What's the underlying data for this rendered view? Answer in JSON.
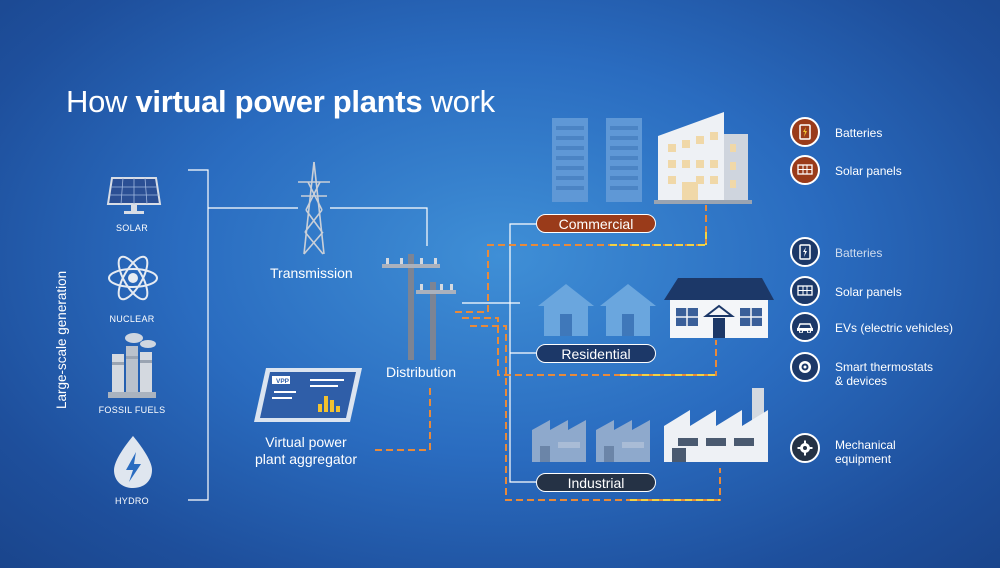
{
  "title": {
    "prefix": "How ",
    "bold": "virtual power plants",
    "suffix": " work"
  },
  "generation": {
    "heading": "Large-scale generation",
    "sources": [
      "SOLAR",
      "NUCLEAR",
      "FOSSIL FUELS",
      "HYDRO"
    ]
  },
  "grid": {
    "transmission": "Transmission",
    "distribution": "Distribution",
    "aggregator_line1": "Virtual power",
    "aggregator_line2": "plant aggregator",
    "vpp_tag": "VPP"
  },
  "sectors": {
    "commercial": "Commercial",
    "residential": "Residential",
    "industrial": "Industrial"
  },
  "commercial_features": [
    "Batteries",
    "Solar panels"
  ],
  "residential_features": [
    "Batteries",
    "Solar panels",
    "EVs (electric vehicles)",
    "Smart thermostats",
    "& devices"
  ],
  "industrial_features": [
    "Mechanical",
    "equipment"
  ],
  "icons": {
    "solar": "solar-panel-icon",
    "nuclear": "atom-icon",
    "fossil": "smokestack-icon",
    "hydro": "water-drop-lightning-icon",
    "transmission": "transmission-tower-icon",
    "distribution": "utility-pole-icon",
    "aggregator": "dashboard-icon",
    "battery": "battery-icon",
    "solar_panel": "solar-panel-icon",
    "ev": "car-icon",
    "thermostat": "thermostat-icon",
    "gear": "gear-icon"
  },
  "colors": {
    "background": "#2a6cc0",
    "commercial": "#9a3b1a",
    "residential": "#1c3868",
    "industrial": "#253245",
    "flow_orange": "#e88a3a",
    "flow_yellow": "#f2d245",
    "line_white": "#ffffff"
  }
}
